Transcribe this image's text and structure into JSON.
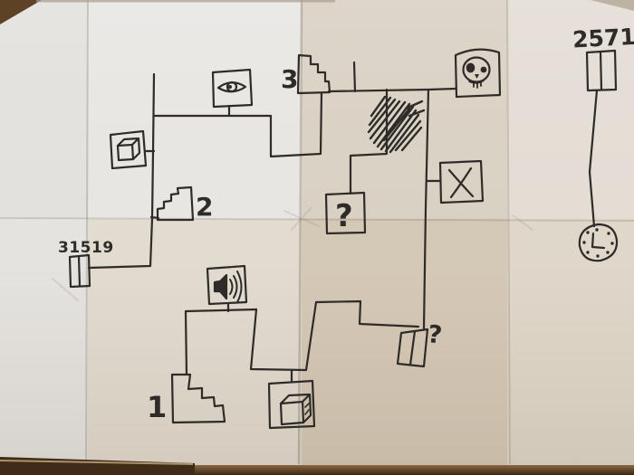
{
  "title": "Hand-drawn level map on folded paper",
  "labels": {
    "stairs_1": "1",
    "stairs_2": "2",
    "stairs_3": "3",
    "door_left_code": "31519",
    "door_right_code": "2571",
    "mystery_box": "?",
    "mystery_door": "?"
  },
  "nodes": [
    {
      "id": "eye-box",
      "icon": "eye-icon"
    },
    {
      "id": "cube-box-upper",
      "icon": "cube-icon"
    },
    {
      "id": "stairs-2",
      "icon": "stairs-icon",
      "label": "2"
    },
    {
      "id": "door-31519",
      "icon": "door-icon",
      "code": "31519"
    },
    {
      "id": "speaker-box",
      "icon": "speaker-icon"
    },
    {
      "id": "stairs-1",
      "icon": "stairs-icon",
      "label": "1"
    },
    {
      "id": "cube-box-lower",
      "icon": "cube-icon"
    },
    {
      "id": "stairs-3",
      "icon": "stairs-icon",
      "label": "3"
    },
    {
      "id": "skull-box",
      "icon": "skull-icon"
    },
    {
      "id": "scribble",
      "icon": "scribble-hatching"
    },
    {
      "id": "question-box",
      "label": "?"
    },
    {
      "id": "x-box",
      "icon": "x-icon"
    },
    {
      "id": "door-2571",
      "icon": "door-icon",
      "code": "2571"
    },
    {
      "id": "clock",
      "icon": "clock-icon"
    },
    {
      "id": "door-unknown",
      "icon": "door-icon",
      "label": "?"
    }
  ],
  "colors": {
    "ink": "#2e2b28",
    "paper_white": "#eae8e5",
    "paper_cream": "#e4ddd2",
    "paper_tan": "#d6cab8",
    "table_brown": "#432d15"
  }
}
